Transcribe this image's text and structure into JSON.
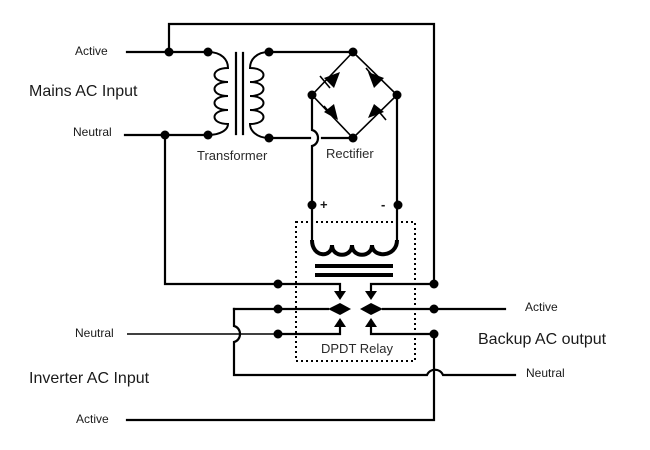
{
  "mains": {
    "title": "Mains AC Input",
    "active": "Active",
    "neutral": "Neutral"
  },
  "components": {
    "transformer": "Transformer",
    "rectifier": "Rectifier",
    "relay": "DPDT Relay",
    "plus": "+",
    "minus": "-"
  },
  "inverter": {
    "title": "Inverter AC Input",
    "neutral": "Neutral",
    "active": "Active"
  },
  "output": {
    "title": "Backup AC output",
    "active": "Active",
    "neutral": "Neutral"
  }
}
